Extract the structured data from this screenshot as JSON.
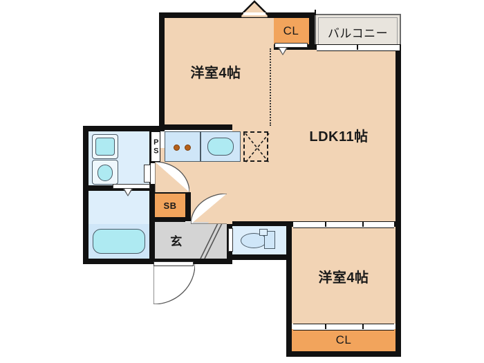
{
  "plan": {
    "type": "apartment-floor-plan",
    "layout_code": "2LDK",
    "rooms": [
      {
        "id": "bedroom_north",
        "label": "洋室4帖",
        "kind": "western-room",
        "size_jo": 4,
        "fill": "#f2d4b5"
      },
      {
        "id": "ldk",
        "label": "LDK11帖",
        "kind": "living-dining-kitchen",
        "size_jo": 11,
        "fill": "#f2d4b5"
      },
      {
        "id": "bedroom_south",
        "label": "洋室4帖",
        "kind": "western-room",
        "size_jo": 4,
        "fill": "#f2d4b5"
      }
    ],
    "closets": [
      {
        "id": "cl_north",
        "label": "CL",
        "fill": "#f2a45c"
      },
      {
        "id": "cl_south",
        "label": "CL",
        "fill": "#f2a45c"
      }
    ],
    "balcony": {
      "label": "バルコニー",
      "fill": "#e8e4dd"
    },
    "entrance": {
      "label": "玄",
      "fill": "#d4d4d4"
    },
    "shoebox": {
      "label": "SB",
      "fill": "#f2a45c"
    },
    "pipe_shaft": {
      "label": "PS"
    },
    "fixtures": [
      {
        "id": "washer-pan",
        "name": "washing-machine-pan"
      },
      {
        "id": "vanity-sink",
        "name": "vanity-sink"
      },
      {
        "id": "bathtub",
        "name": "bathtub"
      },
      {
        "id": "kitchen-sink",
        "name": "kitchen-sink"
      },
      {
        "id": "stove",
        "name": "gas-stove",
        "burners": 2
      },
      {
        "id": "fridge-space",
        "name": "refrigerator-space"
      },
      {
        "id": "toilet",
        "name": "toilet"
      }
    ],
    "colors": {
      "room": "#f2d4b5",
      "closet": "#f2a45c",
      "wet": "#ddeefb",
      "tub": "#aeeaf2",
      "genkan": "#d4d4d4",
      "balcony": "#e8e4dd",
      "wall": "#111111",
      "background": "#ffffff"
    }
  }
}
